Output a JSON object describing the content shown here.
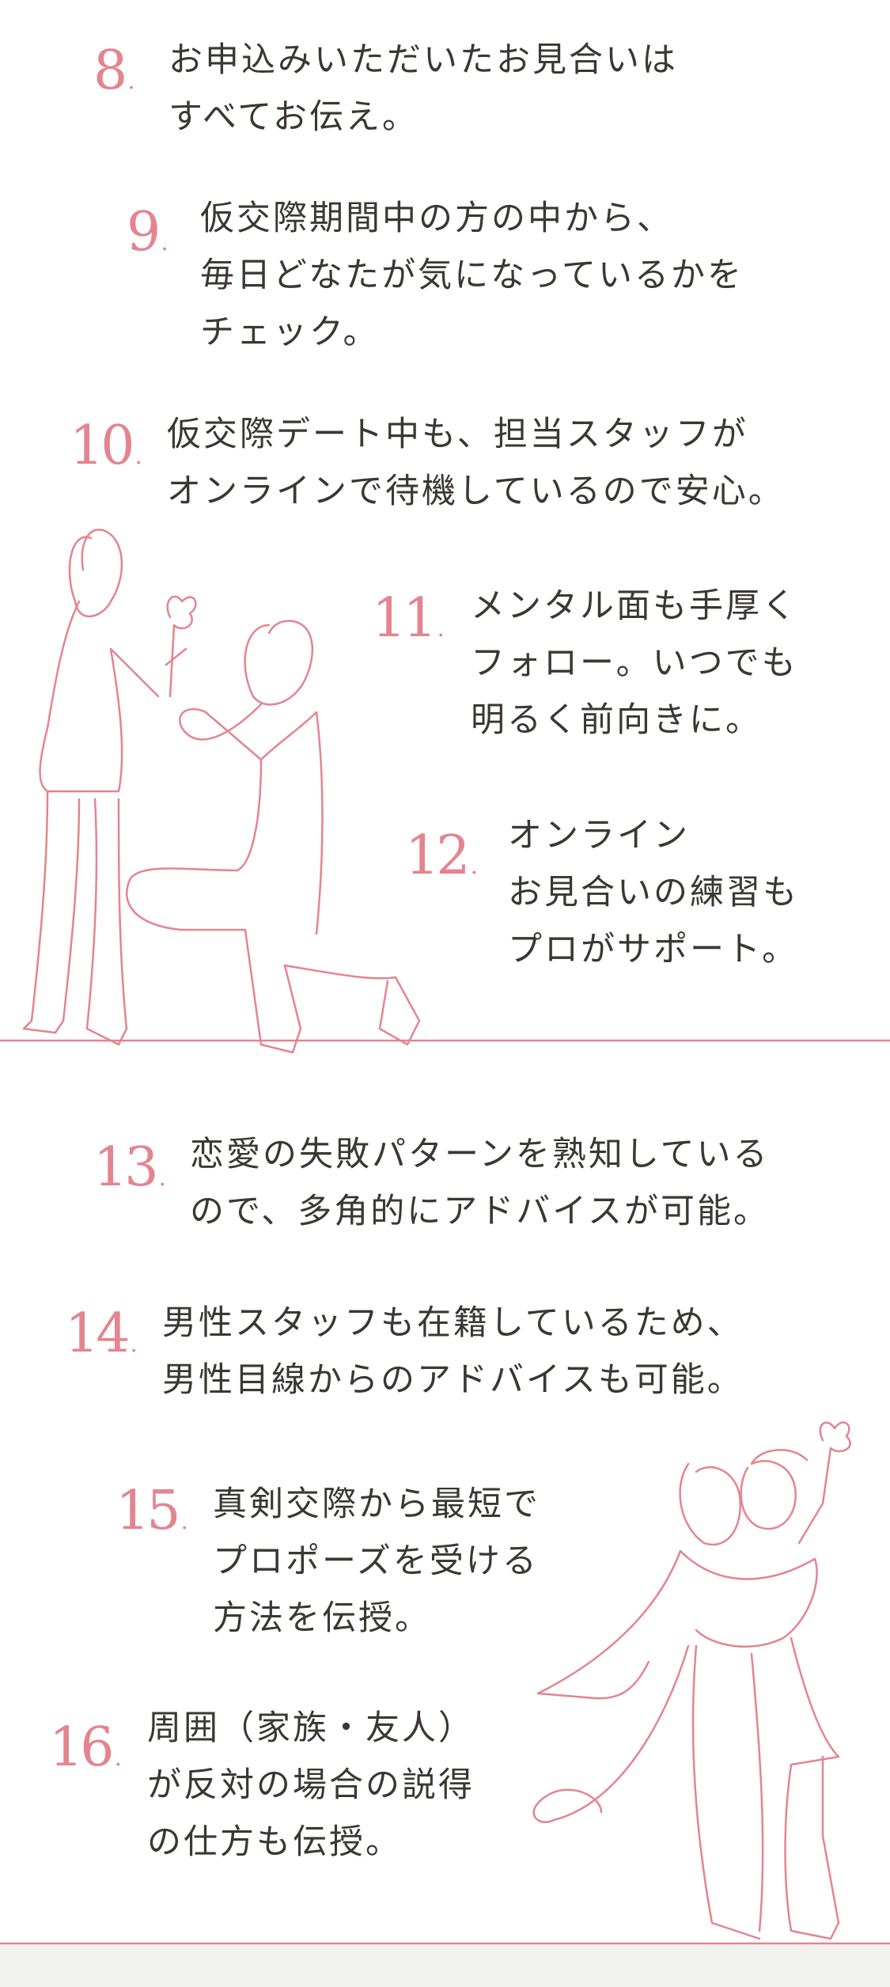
{
  "accent_color": "#e4848f",
  "text_color": "#3b3733",
  "items": [
    {
      "number": "8",
      "lines": [
        "お申込みいただいたお見合いは",
        "すべてお伝え。"
      ]
    },
    {
      "number": "9",
      "lines": [
        "仮交際期間中の方の中から、",
        "毎日どなたが気になっているかを",
        "チェック。"
      ]
    },
    {
      "number": "10",
      "lines": [
        "仮交際デート中も、担当スタッフが",
        "オンラインで待機しているので安心。"
      ]
    },
    {
      "number": "11",
      "lines": [
        "メンタル面も手厚く",
        "フォロー。いつでも",
        "明るく前向きに。"
      ]
    },
    {
      "number": "12",
      "lines": [
        "オンライン",
        "お見合いの練習も",
        "プロがサポート。"
      ]
    },
    {
      "number": "13",
      "lines": [
        "恋愛の失敗パターンを熟知している",
        "ので、多角的にアドバイスが可能。"
      ]
    },
    {
      "number": "14",
      "lines": [
        "男性スタッフも在籍しているため、",
        "男性目線からのアドバイスも可能。"
      ]
    },
    {
      "number": "15",
      "lines": [
        "真剣交際から最短で",
        "プロポーズを受ける",
        "方法を伝授。"
      ]
    },
    {
      "number": "16",
      "lines": [
        "周囲（家族・友人）",
        "が反対の場合の説得",
        "の仕方も伝授。"
      ]
    }
  ],
  "dot": "."
}
